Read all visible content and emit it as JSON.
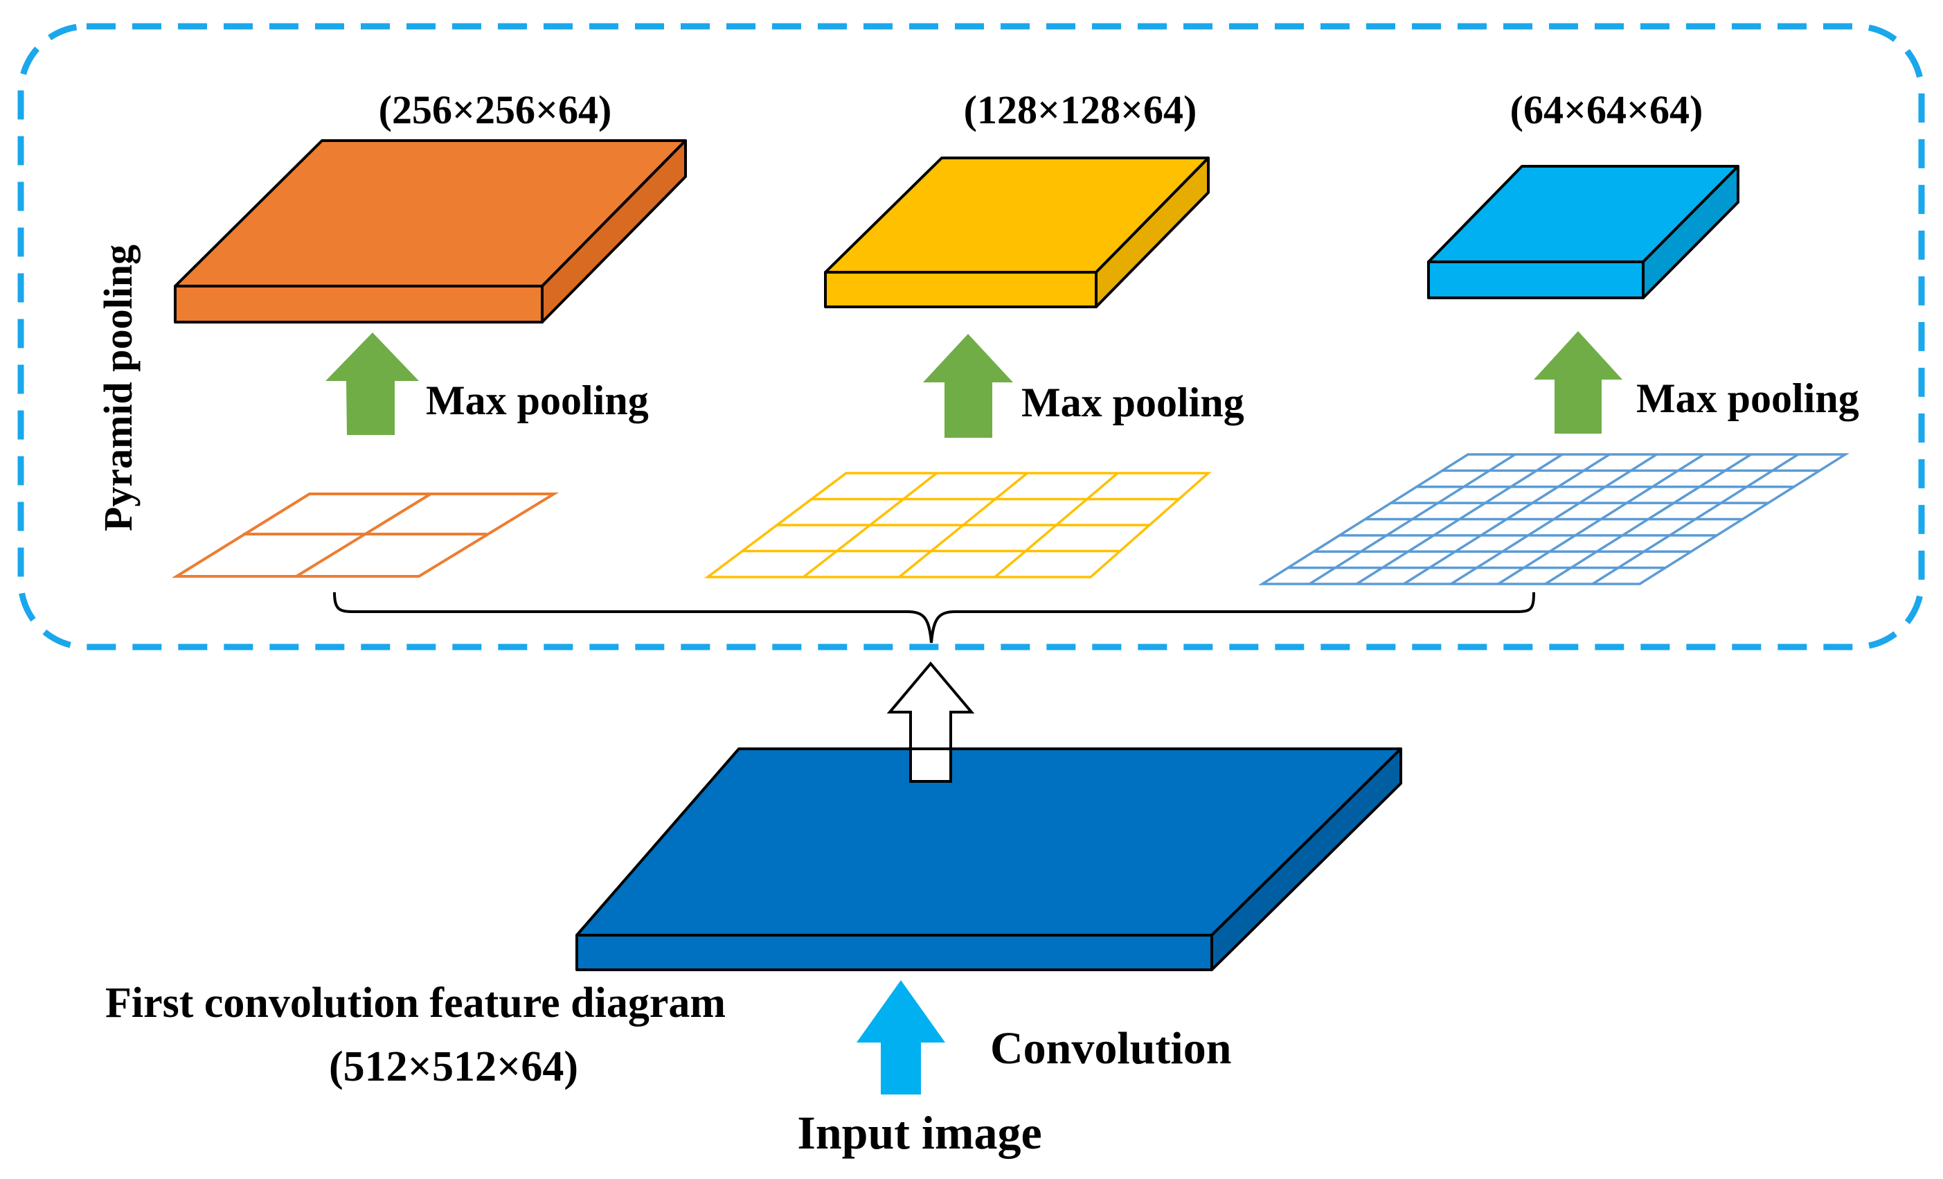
{
  "colors": {
    "frame": "#1aa7ec",
    "level1": "#ed7d31",
    "level2": "#ffc000",
    "level3": "#00b0f0",
    "base": "#0070c0",
    "pool_arrow": "#70ad47",
    "conv_arrow": "#00b0f0",
    "grid1": "#ed7d31",
    "grid2": "#ffc000",
    "grid3": "#5b9bd5"
  },
  "pyramid": {
    "title": "Pyramid pooling",
    "levels": [
      {
        "dims": "(256×256×64)",
        "pool_label": "Max pooling",
        "grid": 2
      },
      {
        "dims": "(128×128×64)",
        "pool_label": "Max pooling",
        "grid": 4
      },
      {
        "dims": "(64×64×64)",
        "pool_label": "Max pooling",
        "grid": 8
      }
    ]
  },
  "feature_map": {
    "title": "First convolution feature diagram",
    "dims": "(512×512×64)"
  },
  "convolution": {
    "label": "Convolution"
  },
  "input": {
    "label": "Input image"
  }
}
